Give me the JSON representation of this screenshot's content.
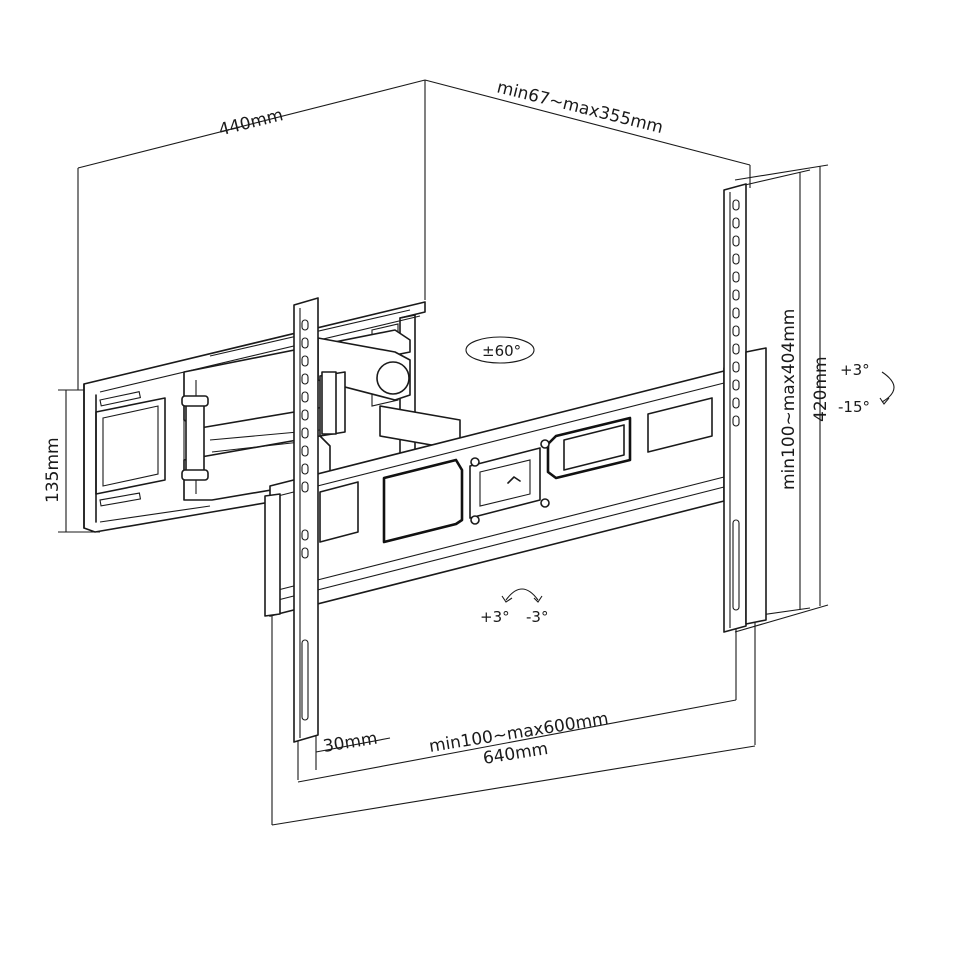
{
  "labels": {
    "depth": "440mm",
    "extension": "min67~max355mm",
    "swivel": "±60°",
    "vertical_range": "min100~max404mm",
    "total_height": "420mm",
    "plate_height": "135mm",
    "tilt_up": "+3°",
    "tilt_down": "-15°",
    "level_plus": "+3°",
    "level_minus": "-3°",
    "horizontal_range": "min100~max600mm",
    "total_width": "640mm",
    "rail_width": "30mm"
  }
}
